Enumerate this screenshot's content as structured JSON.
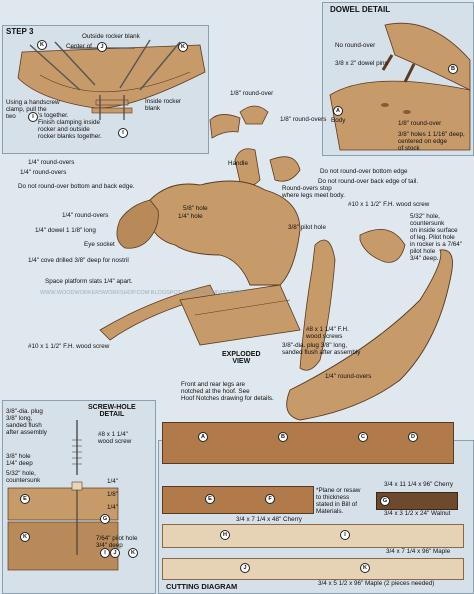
{
  "step3": {
    "title": "STEP 3",
    "outside_blank": "Outside rocker blank",
    "center_of": "Center of",
    "center_letter": "J",
    "inside_blank": "Inside rocker\nblank",
    "note": "Using a handscrew\nclamp, pull the\ntwo",
    "note_letter": "I",
    "note2": "'s together.\nFinish clamping inside\nrocker and outside\nrocker blanks together.",
    "letters": [
      "K",
      "J",
      "K",
      "I",
      "I"
    ]
  },
  "dowel": {
    "title": "DOWEL DETAIL",
    "no_round": "No round-over",
    "pins": "3/8 x 2\" dowel pins",
    "body": "Body",
    "body_letter": "A",
    "tail_letter": "B",
    "holes": "3/8\" holes 1 1/16\" deep,\ncentered on edge\nof stock",
    "roundover": "1/8\" round-over"
  },
  "exploded": {
    "title": "EXPLODED\nVIEW",
    "labels": [
      "1/8\" round-over",
      "1/8\" round-overs",
      "Handle",
      "1/4\" round-overs",
      "Do not round-over bottom edge",
      "Do not round-over bottom and back edge.",
      "1/4\" round-overs",
      "1/4\" dowel 1 1/8\" long",
      "Eye socket",
      "1/4\" cove drilled 3/8\" deep for nostril",
      "Space platform slats 1/4\" apart.",
      "#10 x 1 1/2\" F.H. wood screw",
      "5/8\" hole",
      "1/4\" hole",
      "1/4\" round-overs",
      "Do not round-over back edge of tail.",
      "Round-overs stop\nwhere legs meet body.",
      "#10 x 1 1/2\" F.H. wood screw",
      "3/8\" pilot hole",
      "5/32\" hole,\ncountersunk\non inside surface\nof leg. Pilot hole\nin rocker is a 7/64\"\npilot hole\n3/4\" deep.",
      "#8 x 1 1/4\" F.H.\nwood screws",
      "3/8\"-dia. plug 3/8\" long,\nsanded flush after assembly",
      "1/4\" round-overs",
      "Front and rear legs are\nnotched at the hoof. See\nHoof Notches drawing for details."
    ],
    "watermark": "WWW.WOODWORKERSWORKSHOP.COM BLOGSPOT  WOODARCHIVIST.COM"
  },
  "screw": {
    "title": "SCREW-HOLE\nDETAIL",
    "plug": "3/8\"-dia. plug\n3/8\" long,\nsanded flush\nafter assembly",
    "screw": "#8 x 1 1/4\"\nwood screw",
    "hole38": "3/8\" hole\n1/4\" deep",
    "hole532": "5/32\" hole,\ncountersunk",
    "dim1": "1/4\"",
    "dim2": "1/8\"",
    "dim3": "1/4\"",
    "pilot": "7/64\" pilot hole\n3/4\" deep",
    "letters": [
      "E",
      "G",
      "K",
      "I",
      "J",
      "K"
    ]
  },
  "cutting": {
    "title": "CUTTING DIAGRAM",
    "boards": [
      "3/4 x 11 1/4 x 96\" Cherry",
      "3/4 x 7 1/4 x 48\" Cherry",
      "3/4 x 3 1/2 x 24\" Walnut",
      "3/4 x 7 1/4 x 96\" Maple",
      "3/4 x 5 1/2 x 96\" Maple (2 pieces needed)"
    ],
    "note": "*Plane or resaw\nto thickness\nstated in Bill of\nMaterials.",
    "parts": [
      "A",
      "B",
      "C",
      "D",
      "E",
      "F",
      "G",
      "H",
      "I",
      "J",
      "K"
    ]
  },
  "colors": {
    "wood": "#c79a6a",
    "wood_dark": "#8a5a33",
    "bg": "#dfe8ee",
    "line": "#222222"
  }
}
